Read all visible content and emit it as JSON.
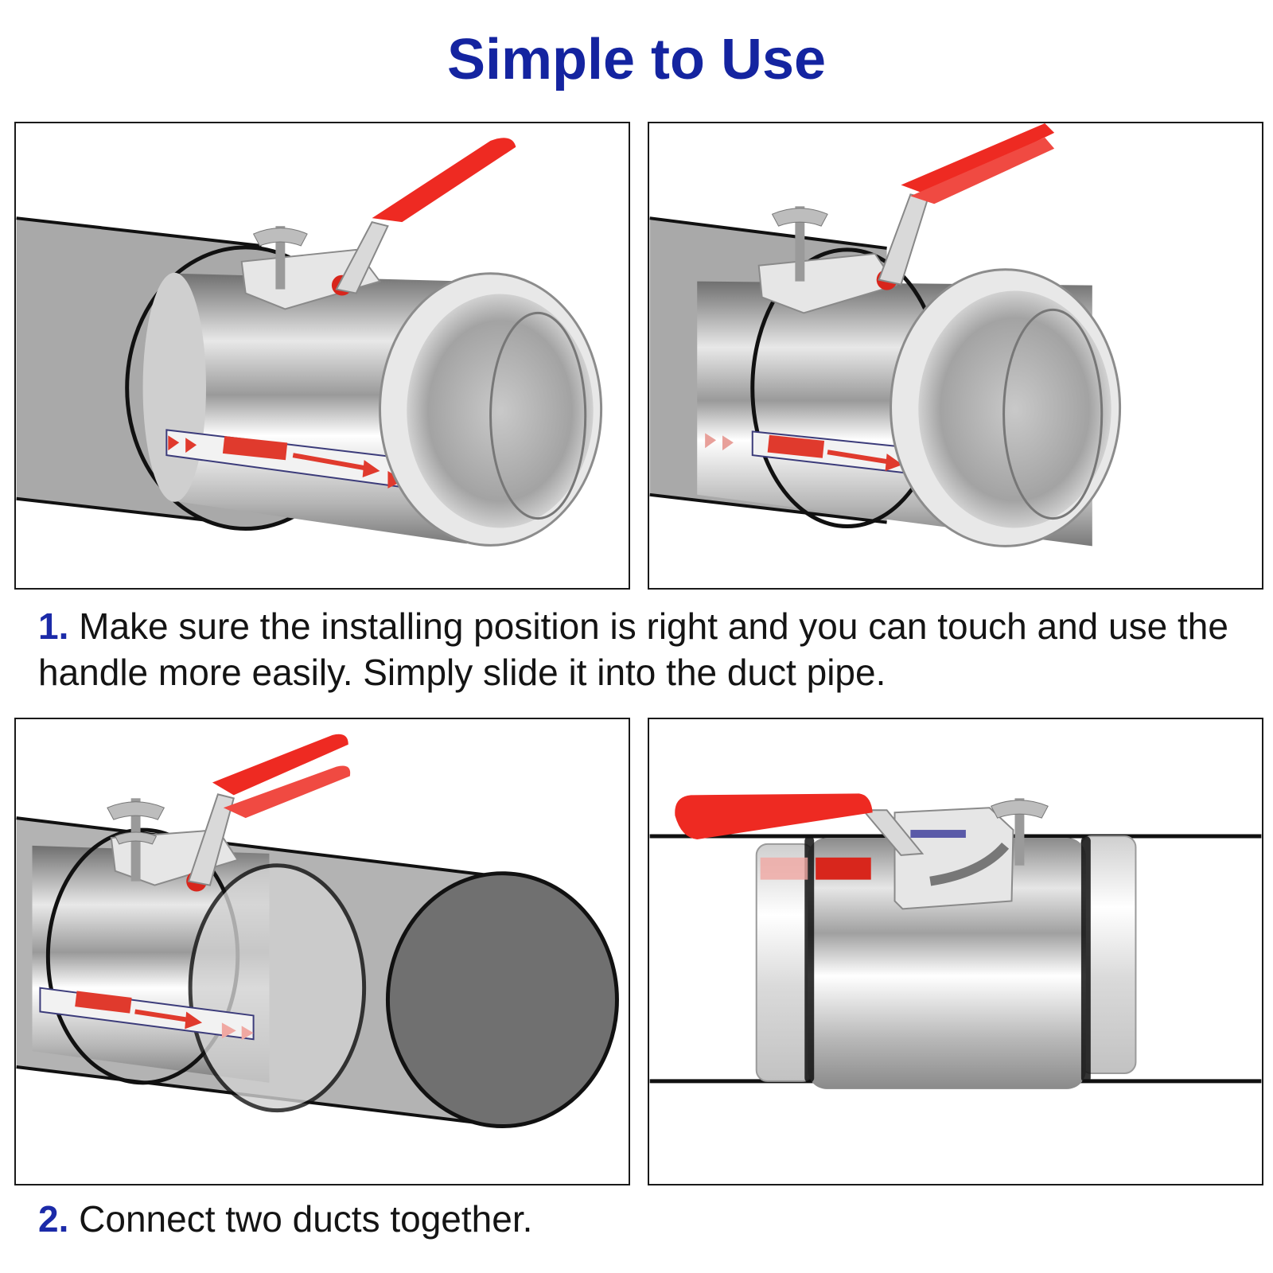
{
  "header": {
    "title": "Simple to Use"
  },
  "colors": {
    "title": "#1424a0",
    "step_number": "#1b2aa8",
    "duct_fill": "#a9a9a9",
    "handle": "#ee2a22",
    "steel_light": "#f2f2f2",
    "steel_dark": "#8a8a8a",
    "panel_border": "#1a1a1a"
  },
  "steps": [
    {
      "number": "1.",
      "text": "Make sure the installing position is right and you can touch and use the handle more easily. Simply slide it into the duct pipe."
    },
    {
      "number": "2.",
      "text": "Connect two ducts together."
    }
  ],
  "panels": [
    {
      "id": "p1",
      "scene": "damper-sliding-into-duct",
      "icon": "duct-damper-image"
    },
    {
      "id": "p2",
      "scene": "damper-partially-inserted",
      "icon": "duct-damper-image"
    },
    {
      "id": "p3",
      "scene": "damper-joining-second-duct",
      "icon": "duct-damper-image"
    },
    {
      "id": "p4",
      "scene": "damper-connecting-two-ducts-side-view",
      "icon": "duct-damper-image"
    }
  ]
}
